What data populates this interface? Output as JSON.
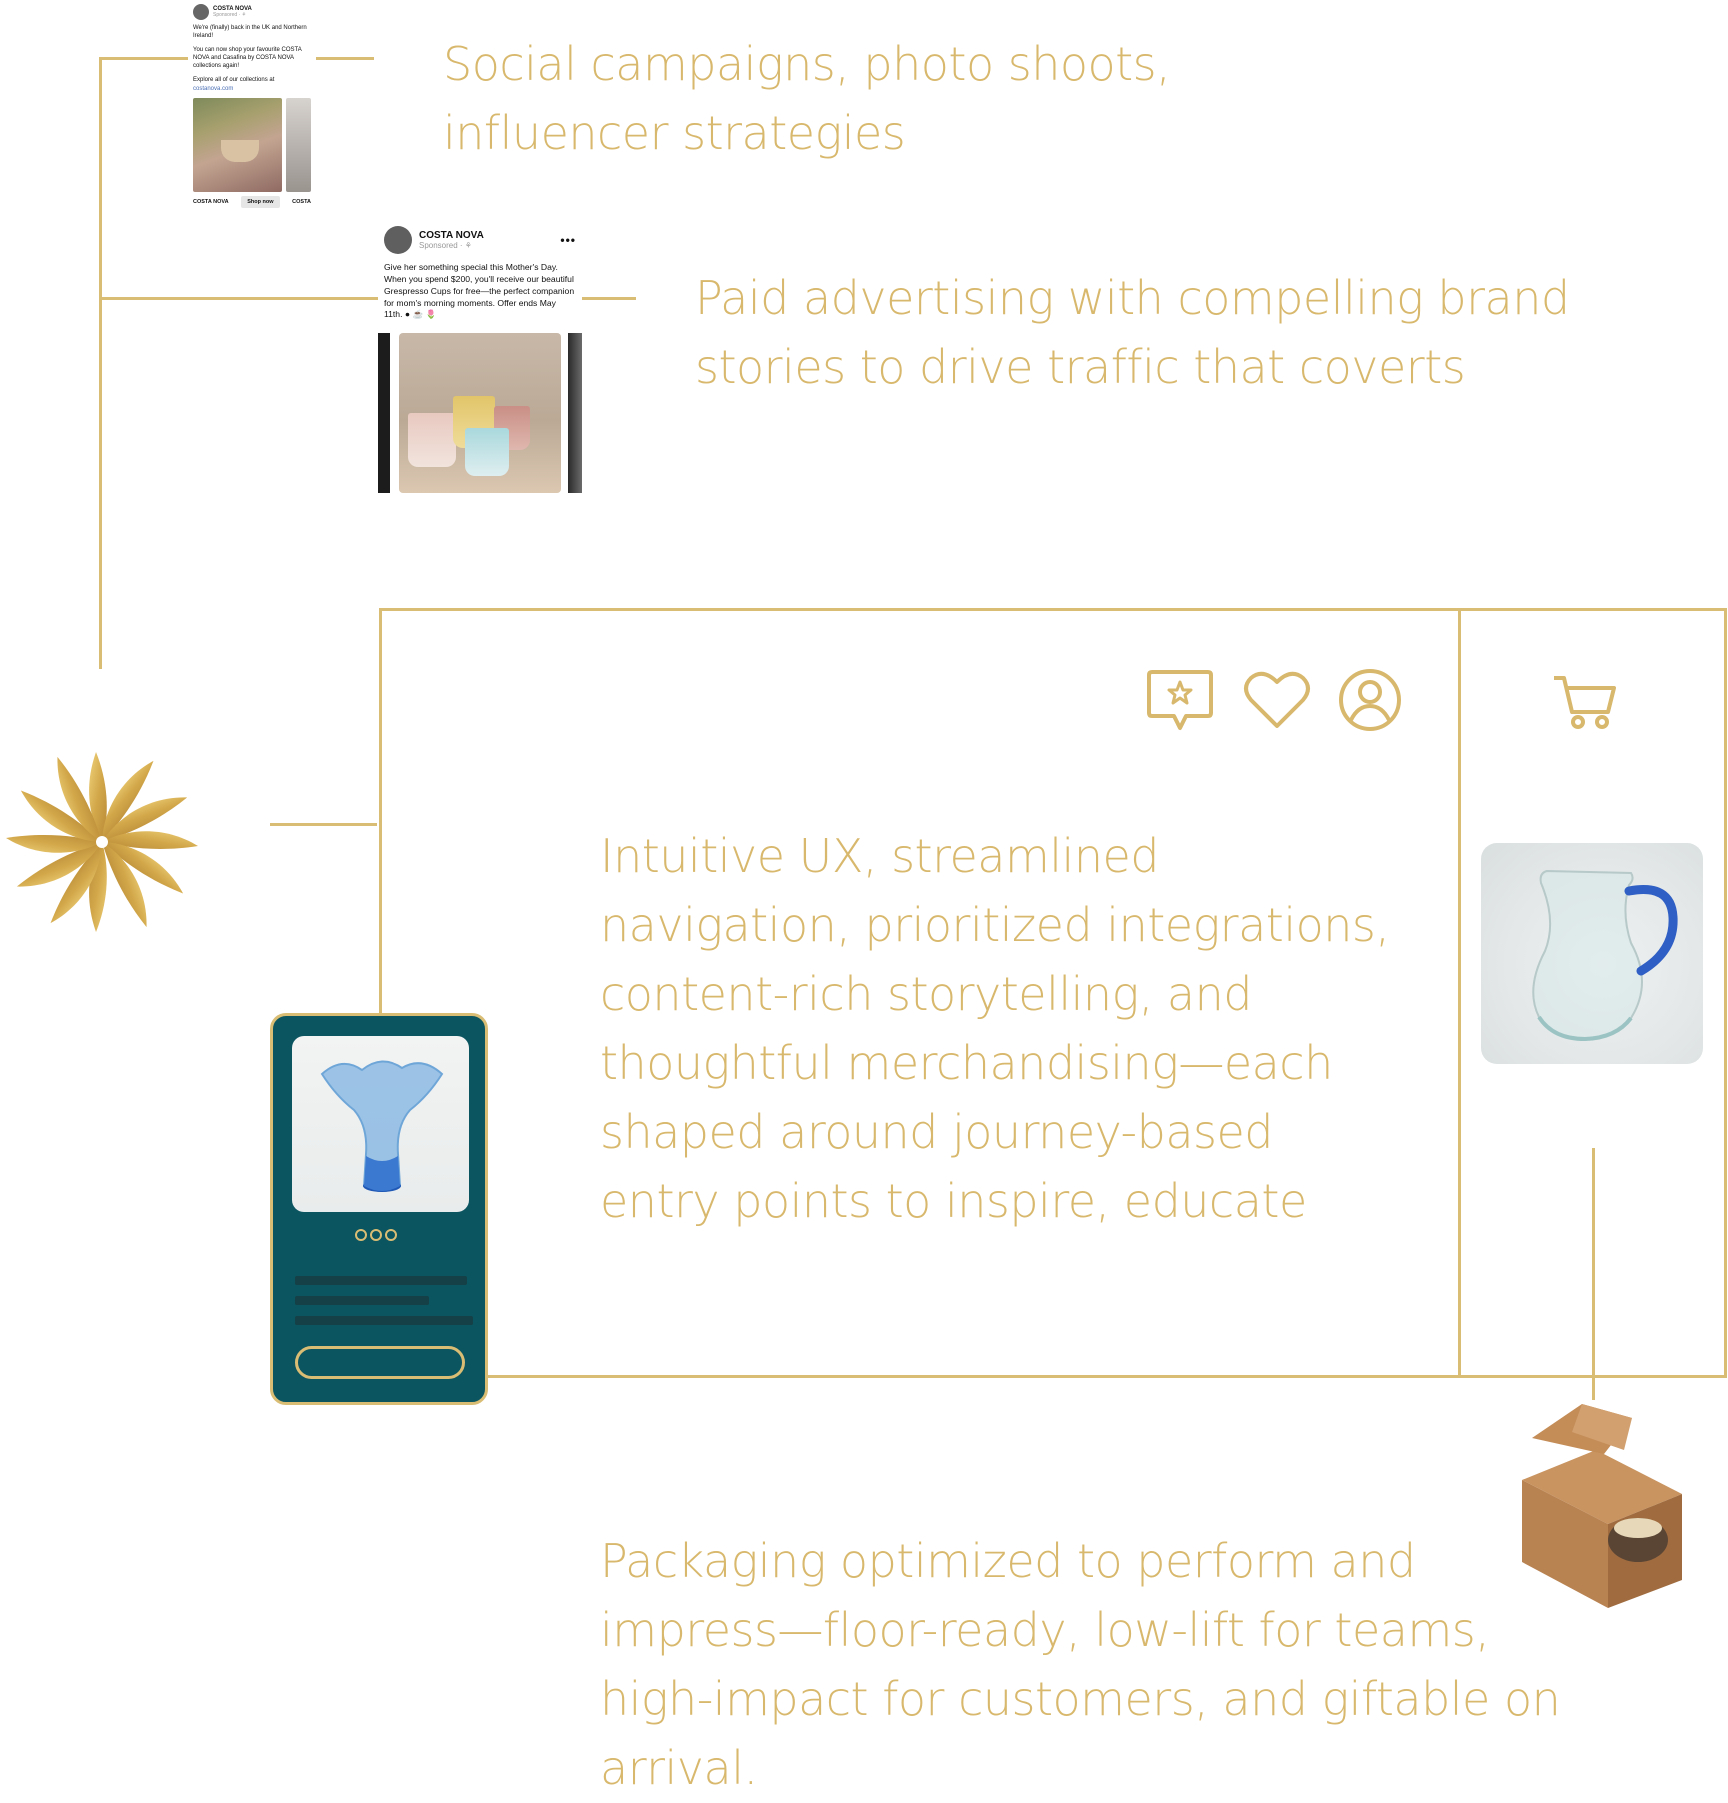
{
  "captions": {
    "social": [
      "Social campaigns, photo shoots,",
      "influencer strategies"
    ],
    "paid": [
      "Paid advertising with compelling brand",
      "stories to drive traffic that coverts"
    ],
    "ux": [
      "Intuitive UX, streamlined",
      "navigation, prioritized integrations,",
      "content-rich storytelling, and",
      "thoughtful merchandising—each",
      "shaped around journey-based",
      "entry points to inspire, educate"
    ],
    "packaging": [
      "Packaging optimized to perform and",
      "impress—floor-ready, low-lift for teams,",
      "high-impact for customers, and giftable on arrival."
    ]
  },
  "ad_small": {
    "brand": "COSTA NOVA",
    "sponsored": "Sponsored · ⚘",
    "body1": "We're (finally) back in the UK and Northern Ireland!",
    "body2": "You can now shop your favourite COSTA NOVA and Casafina by COSTA NOVA collections again!",
    "body3_prefix": "Explore all of our collections at ",
    "body3_link": "costanova.com",
    "footer_brand": "COSTA NOVA",
    "cta": "Shop now",
    "footer_brand2": "COSTA"
  },
  "ad_big": {
    "brand": "COSTA NOVA",
    "sponsored": "Sponsored · ⚘",
    "menu": "•••",
    "body": "Give her something special this Mother's Day. When you spend $200, you'll receive our beautiful Grespresso Cups for free—the perfect companion for mom's morning moments. Offer ends May 11th. ● ☕ 🌷"
  },
  "icons": {
    "review": "review-star-icon",
    "wishlist": "heart-icon",
    "account": "user-icon",
    "cart": "cart-icon"
  },
  "colors": {
    "gold": "#d8b86c",
    "teal": "#0b5560"
  }
}
